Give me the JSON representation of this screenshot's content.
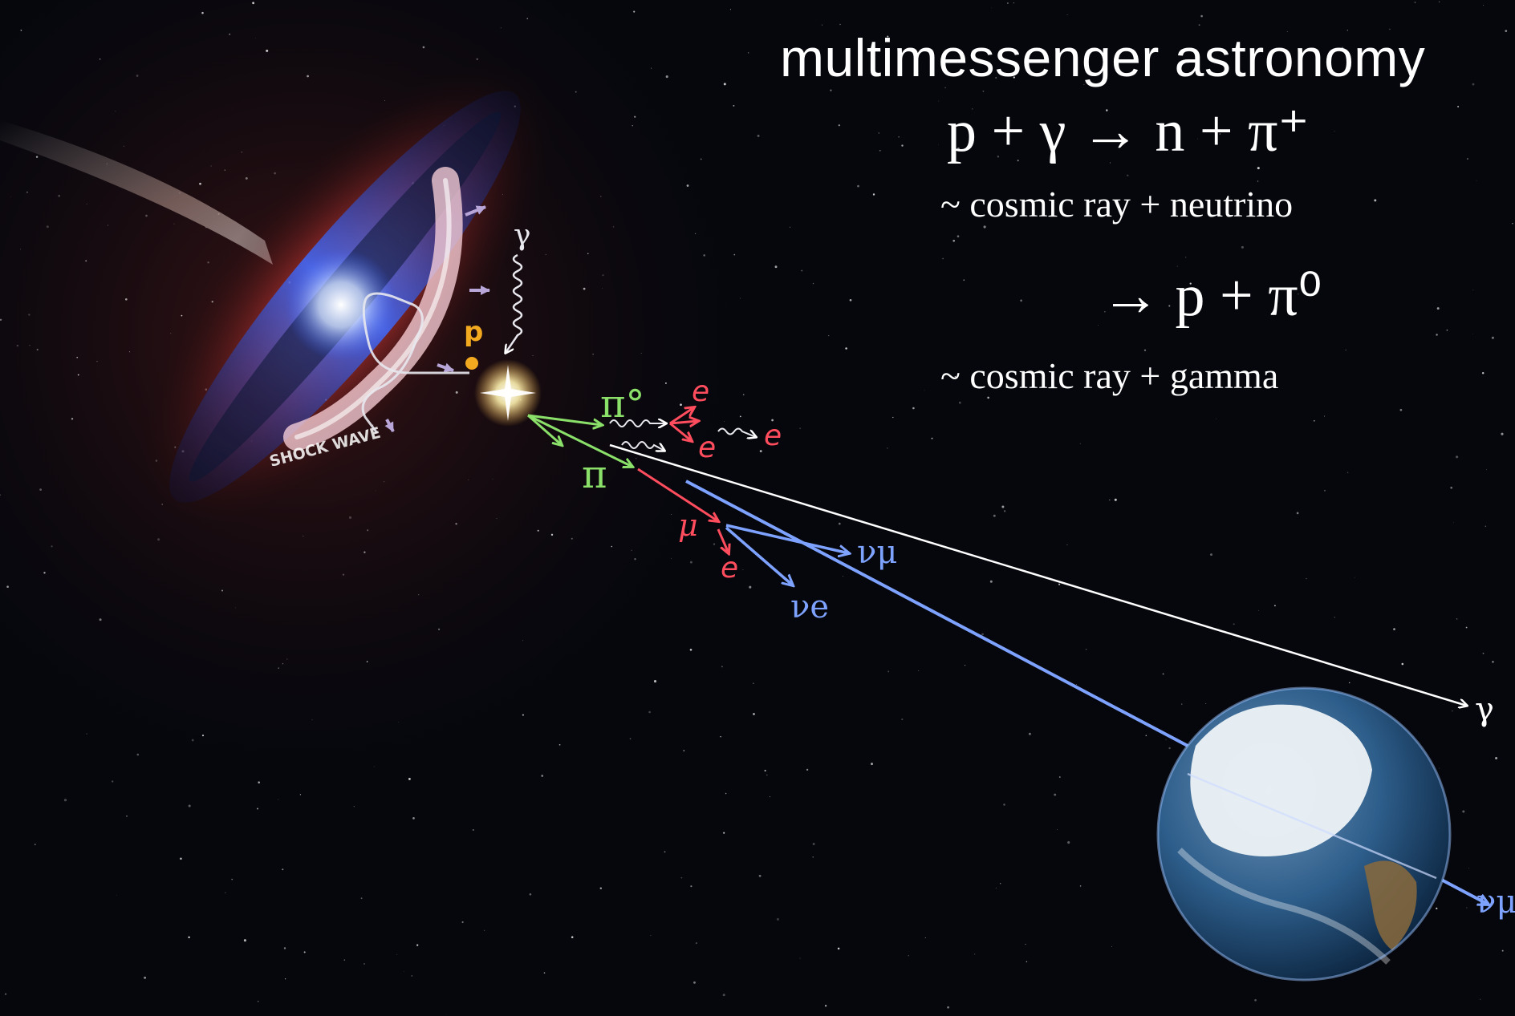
{
  "title": "multimessenger astronomy",
  "equations": {
    "reaction_1": "p + γ → n + π⁺",
    "note_1": "~ cosmic ray + neutrino",
    "reaction_2": "→ p + π⁰",
    "note_2": "~ cosmic ray + gamma"
  },
  "diagram": {
    "shock_wave": "SHOCK WAVE",
    "proton": "p",
    "gamma_in": "γ",
    "pi_zero": "π°",
    "pi_plus": "π",
    "electron_1": "e",
    "electron_2": "e",
    "electron_3": "e",
    "electron_4": "e",
    "muon": "μ",
    "nu_mu": "νμ",
    "nu_e": "νe",
    "gamma_earth": "γ",
    "nu_mu_earth": "νμ"
  },
  "colors": {
    "background": "#05070d",
    "disk_red": "#d9504a",
    "disk_blue": "#2f5cff",
    "proton": "#f3a91f",
    "pion": "#8be06a",
    "lepton": "#ff4d5e",
    "neutrino": "#7ea2ff",
    "photon": "#ffffff"
  }
}
